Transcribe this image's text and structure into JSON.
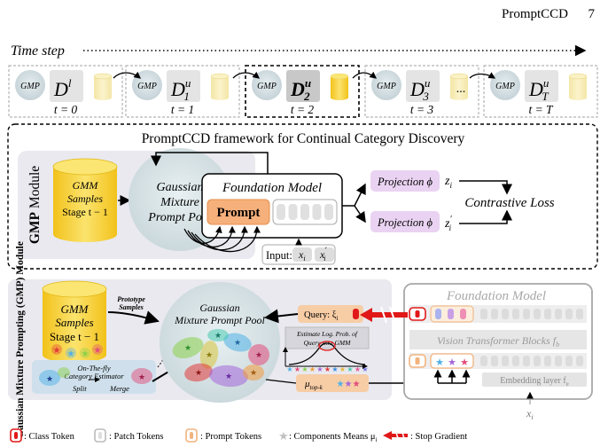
{
  "header": {
    "running_title": "PromptCCD",
    "page_number": "7"
  },
  "timeline": {
    "label": "Time step",
    "steps": [
      {
        "gmp": "GMP",
        "data": "D",
        "sup": "l",
        "sub": "",
        "t": "t = 0"
      },
      {
        "gmp": "GMP",
        "data": "D",
        "sup": "u",
        "sub": "1",
        "t": "t = 1"
      },
      {
        "gmp": "GMP",
        "data": "D",
        "sup": "u",
        "sub": "2",
        "t": "t = 2"
      },
      {
        "gmp": "GMP",
        "data": "D",
        "sup": "u",
        "sub": "3",
        "t": "t = 3"
      },
      {
        "gmp": "GMP",
        "data": "D",
        "sup": "u",
        "sub": "T",
        "t": "t = T"
      }
    ],
    "ellipsis": "..."
  },
  "framework": {
    "title": "PromptCCD framework for Continual Category Discovery",
    "module_label_bold": "GMP",
    "module_label_rest": " Module",
    "db_lines": [
      "GMM",
      "Samples",
      "Stage t − 1"
    ],
    "pool_lines": [
      "Gaussian",
      "Mixture",
      "Prompt Pool"
    ],
    "foundation_title": "Foundation Model",
    "prompt_label": "Prompt",
    "input_label": "Input:",
    "input_x": "x",
    "input_x_sub": "i",
    "input_xp": "x",
    "input_xp_sub": "i",
    "input_xp_sup": "′",
    "projection": "Projection ϕ",
    "z": "z",
    "z_sub": "i",
    "zp": "z",
    "zp_sub": "i",
    "zp_sup": "′",
    "loss": "Contrastive Loss"
  },
  "detail": {
    "side_label": "Gaussian Mixture Prompting (GMP) Module",
    "db_lines": [
      "GMM",
      "Samples",
      "Stage t − 1"
    ],
    "prototype": [
      "Prototype",
      "Samples"
    ],
    "pool_lines": [
      "Gaussian",
      "Mixture Prompt Pool"
    ],
    "estimator_lines": [
      "On-The-fly",
      "Category Estimator"
    ],
    "split": "Split",
    "merge": "Merge",
    "query": "Query: ξ",
    "query_sub": "i",
    "estimate_lines": [
      "Estimate Log. Prob. of",
      "Query  w.r.t GMM"
    ],
    "mu_topk": "μ",
    "mu_topk_sub": "top-k",
    "foundation_title": "Foundation Model",
    "vit": "Vision Transformer Blocks f",
    "vit_sub": "b",
    "embed": "Embedding layer f",
    "embed_sub": "e",
    "x": "x",
    "x_sub": "i"
  },
  "legend": {
    "class_token": ": Class Token",
    "patch_tokens": ": Patch Tokens",
    "prompt_tokens": ": Prompt Tokens",
    "components": ": Components Means μ",
    "components_sub": "i",
    "stop_gradient": ": Stop Gradient"
  },
  "colors": {
    "db_yellow": "#f7d63a",
    "gmp_grey": "#d5dde0",
    "purple": "#ead3f2",
    "prompt_orange": "#f6b07c",
    "stop_red": "#e01818",
    "panel_grey": "#e9e9ef"
  }
}
